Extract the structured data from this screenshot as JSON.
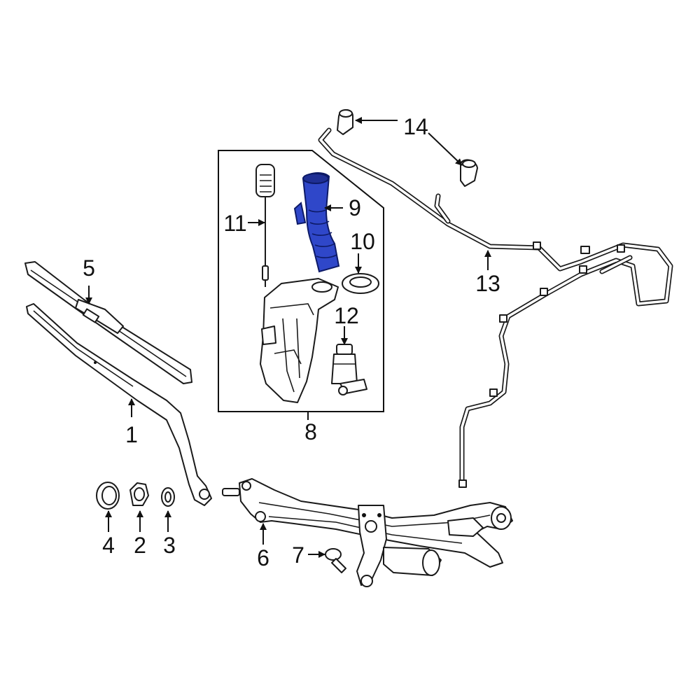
{
  "diagram": {
    "highlight_color": "#2f47c9",
    "callouts": [
      {
        "id": "1",
        "label": "1"
      },
      {
        "id": "2",
        "label": "2"
      },
      {
        "id": "3",
        "label": "3"
      },
      {
        "id": "4",
        "label": "4"
      },
      {
        "id": "5",
        "label": "5"
      },
      {
        "id": "6",
        "label": "6"
      },
      {
        "id": "7",
        "label": "7"
      },
      {
        "id": "8",
        "label": "8"
      },
      {
        "id": "9",
        "label": "9"
      },
      {
        "id": "10",
        "label": "10"
      },
      {
        "id": "11",
        "label": "11"
      },
      {
        "id": "12",
        "label": "12"
      },
      {
        "id": "13",
        "label": "13"
      },
      {
        "id": "14",
        "label": "14"
      }
    ]
  }
}
